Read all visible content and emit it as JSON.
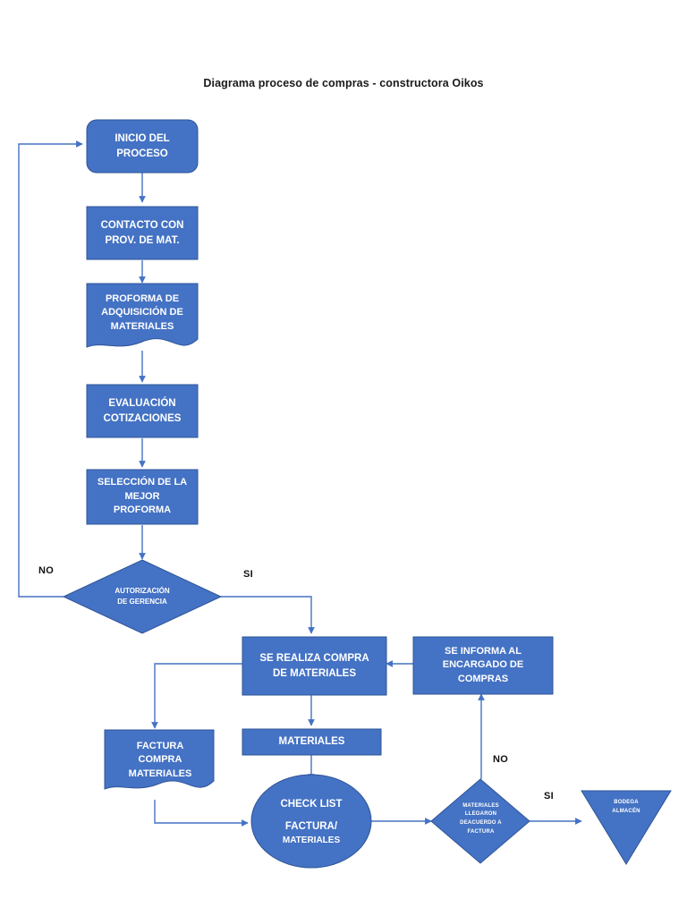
{
  "title": "Diagrama proceso de compras - constructora Oikos",
  "theme": {
    "shape_fill": "#4472C4",
    "shape_stroke": "#2F5597",
    "connector": "#4472C4",
    "text_on_shape": "#FFFFFF",
    "label_text": "#111111",
    "background": "#FFFFFF"
  },
  "chart_data": {
    "type": "diagram",
    "subtype": "flowchart",
    "title": "Diagrama proceso de compras - constructora Oikos",
    "orientation": "top-to-bottom",
    "nodes": [
      {
        "id": "inicio",
        "shape": "rounded-rectangle",
        "label": "INICIO DEL\nPROCESO"
      },
      {
        "id": "contacto",
        "shape": "rectangle",
        "label": "CONTACTO CON\nPROV. DE MAT."
      },
      {
        "id": "proforma",
        "shape": "document",
        "label": "PROFORMA DE\nADQUISICIÓN DE\nMATERIALES"
      },
      {
        "id": "evaluacion",
        "shape": "rectangle",
        "label": "EVALUACIÓN\nCOTIZACIONES"
      },
      {
        "id": "seleccion",
        "shape": "rectangle",
        "label": "SELECCIÓN DE LA\nMEJOR\nPROFORMA"
      },
      {
        "id": "autorizacion",
        "shape": "diamond",
        "label": "AUTORIZACIÓN\nDE GERENCIA"
      },
      {
        "id": "compra",
        "shape": "rectangle",
        "label": "SE REALIZA COMPRA\nDE MATERIALES"
      },
      {
        "id": "informa",
        "shape": "rectangle",
        "label": "SE INFORMA AL\nENCARGADO DE\nCOMPRAS"
      },
      {
        "id": "factura",
        "shape": "document",
        "label": "FACTURA\nCOMPRA\nMATERIALES"
      },
      {
        "id": "materiales",
        "shape": "rectangle",
        "label": "MATERIALES"
      },
      {
        "id": "checklist",
        "shape": "ellipse",
        "label": "CHECK LIST\nFACTURA/\nMATERIALES"
      },
      {
        "id": "verificacion",
        "shape": "diamond",
        "label": "MATERIALES\nLLEGARON\nDEACUERDO A\nFACTURA"
      },
      {
        "id": "bodega",
        "shape": "triangle-down",
        "label": "BODEGA\nALMACÉN"
      }
    ],
    "edges": [
      {
        "from": "inicio",
        "to": "contacto",
        "label": ""
      },
      {
        "from": "contacto",
        "to": "proforma",
        "label": ""
      },
      {
        "from": "proforma",
        "to": "evaluacion",
        "label": ""
      },
      {
        "from": "evaluacion",
        "to": "seleccion",
        "label": ""
      },
      {
        "from": "seleccion",
        "to": "autorizacion",
        "label": ""
      },
      {
        "from": "autorizacion",
        "to": "inicio",
        "label": "NO"
      },
      {
        "from": "autorizacion",
        "to": "compra",
        "label": "SI"
      },
      {
        "from": "compra",
        "to": "factura",
        "label": ""
      },
      {
        "from": "compra",
        "to": "materiales",
        "label": ""
      },
      {
        "from": "materiales",
        "to": "checklist",
        "label": ""
      },
      {
        "from": "factura",
        "to": "checklist",
        "label": ""
      },
      {
        "from": "checklist",
        "to": "verificacion",
        "label": ""
      },
      {
        "from": "verificacion",
        "to": "informa",
        "label": "NO"
      },
      {
        "from": "verificacion",
        "to": "bodega",
        "label": "SI"
      },
      {
        "from": "informa",
        "to": "compra",
        "label": ""
      }
    ]
  },
  "nodes": {
    "inicio": {
      "line1": "INICIO DEL",
      "line2": "PROCESO",
      "line3": ""
    },
    "contacto": {
      "line1": "CONTACTO CON",
      "line2": "PROV. DE MAT.",
      "line3": ""
    },
    "proforma": {
      "line1": "PROFORMA DE",
      "line2": "ADQUISICIÓN DE",
      "line3": "MATERIALES"
    },
    "evaluacion": {
      "line1": "EVALUACIÓN",
      "line2": "COTIZACIONES",
      "line3": ""
    },
    "seleccion": {
      "line1": "SELECCIÓN DE LA",
      "line2": "MEJOR",
      "line3": "PROFORMA"
    },
    "autorizacion": {
      "line1": "AUTORIZACIÓN",
      "line2": "DE GERENCIA",
      "line3": ""
    },
    "compra": {
      "line1": "SE REALIZA COMPRA",
      "line2": "DE MATERIALES",
      "line3": ""
    },
    "informa": {
      "line1": "SE INFORMA AL",
      "line2": "ENCARGADO DE",
      "line3": "COMPRAS"
    },
    "factura": {
      "line1": "FACTURA",
      "line2": "COMPRA",
      "line3": "MATERIALES"
    },
    "materiales": {
      "line1": "MATERIALES",
      "line2": "",
      "line3": ""
    },
    "checklist": {
      "line1": "CHECK LIST",
      "line2": "FACTURA/",
      "line3": "MATERIALES"
    },
    "verificacion": {
      "line1": "MATERIALES",
      "line2": "LLEGARON",
      "line3": "DEACUERDO A",
      "line4": "FACTURA"
    },
    "bodega": {
      "line1": "BODEGA",
      "line2": "ALMACÉN",
      "line3": ""
    }
  },
  "edge_labels": {
    "no_autorizacion": "NO",
    "si_autorizacion": "SI",
    "no_verificacion": "NO",
    "si_verificacion": "SI"
  }
}
